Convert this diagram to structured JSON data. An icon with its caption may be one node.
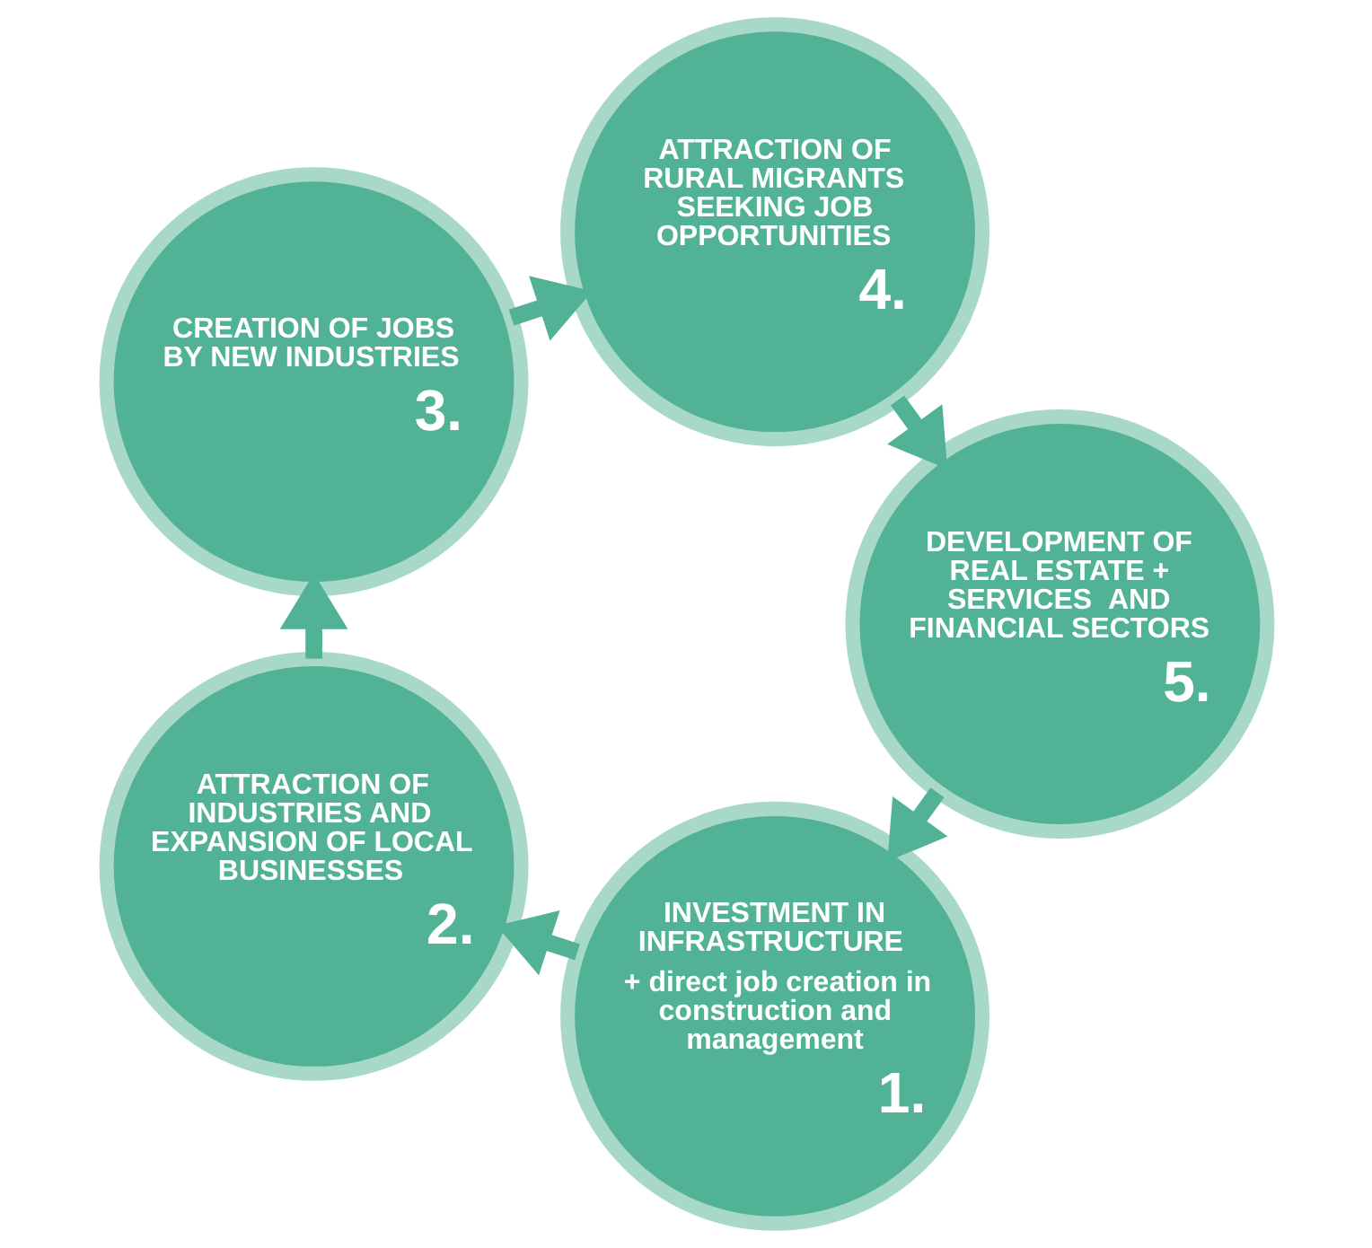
{
  "diagram": {
    "nodes": [
      {
        "text": [
          "INVESTMENT IN INFRASTRUCTURE",
          "+ direct job creation in construction and management",
          "1."
        ]
      },
      {
        "text": [
          "ATTRACTION OF INDUSTRIES AND EXPANSION OF LOCAL BUSINESSES",
          "2."
        ]
      },
      {
        "text": [
          "CREATION OF JOBS BY NEW INDUSTRIES",
          "3."
        ]
      },
      {
        "text": [
          "ATTRACTION OF RURAL MIGRANTS SEEKING JOB OPPORTUNITIES",
          "4."
        ]
      },
      {
        "text": [
          "DEVELOPMENT OF REAL ESTATE + SERVICES  AND FINANCIAL SECTORS",
          "5."
        ]
      }
    ],
    "edges": [
      {
        "from": 0,
        "to": 1,
        "arrow": "to"
      },
      {
        "from": 1,
        "to": 2,
        "arrow": "to"
      },
      {
        "from": 2,
        "to": 3,
        "arrow": "to"
      },
      {
        "from": 3,
        "to": 4,
        "arrow": "to"
      },
      {
        "from": 4,
        "to": 0,
        "arrow": "to"
      }
    ]
  }
}
